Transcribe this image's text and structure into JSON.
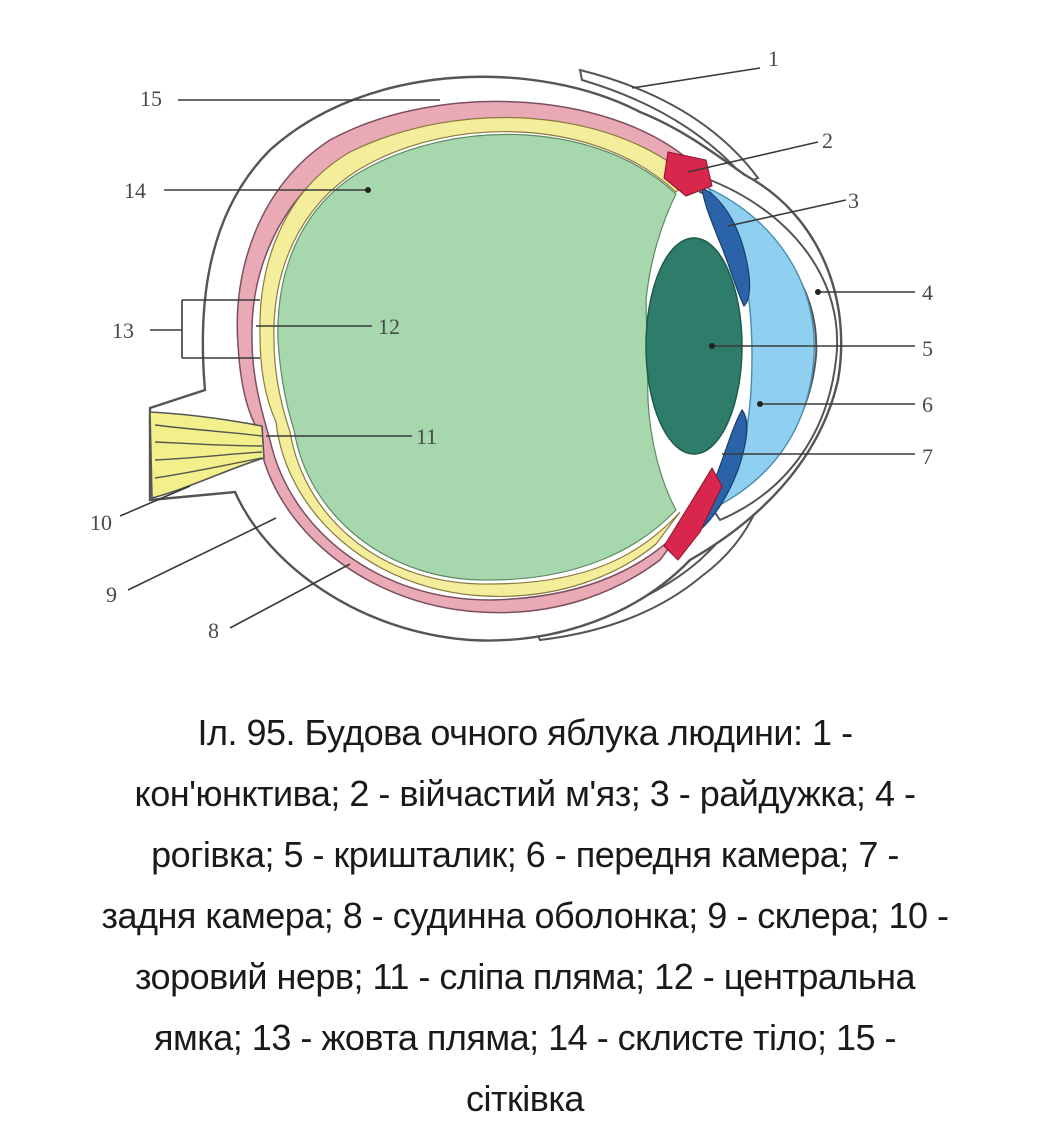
{
  "labels": {
    "n1": "1",
    "n2": "2",
    "n3": "3",
    "n4": "4",
    "n5": "5",
    "n6": "6",
    "n7": "7",
    "n8": "8",
    "n9": "9",
    "n10": "10",
    "n11": "11",
    "n12": "12",
    "n13": "13",
    "n14": "14",
    "n15": "15"
  },
  "caption": {
    "lines": [
      "Іл. 95. Будова очного яблука людини: 1 -",
      "кон'юнктива; 2 - війчастий м'яз; 3 - райдужка; 4 -",
      "рогівка; 5 - кришталик; 6 - передня камера; 7 -",
      "задня камера; 8 - судинна оболонка; 9 - склера; 10 -",
      "зоровий нерв; 11 - сліпа пляма; 12 - центральна",
      "ямка; 13 - жовта пляма; 14 - склисте тіло; 15 -",
      "сітківка"
    ]
  },
  "colors": {
    "sclera": "#ffffff",
    "outline": "#555555",
    "choroid": "#e9a9b5",
    "retina": "#f4ee9c",
    "vitreous": "#a6d7ad",
    "lens": "#2e7d6b",
    "cornea_chamber": "#8fd0f0",
    "iris": "#2a63a8",
    "ciliary_muscle": "#d8264d",
    "nerve": "#f3ef8a"
  }
}
